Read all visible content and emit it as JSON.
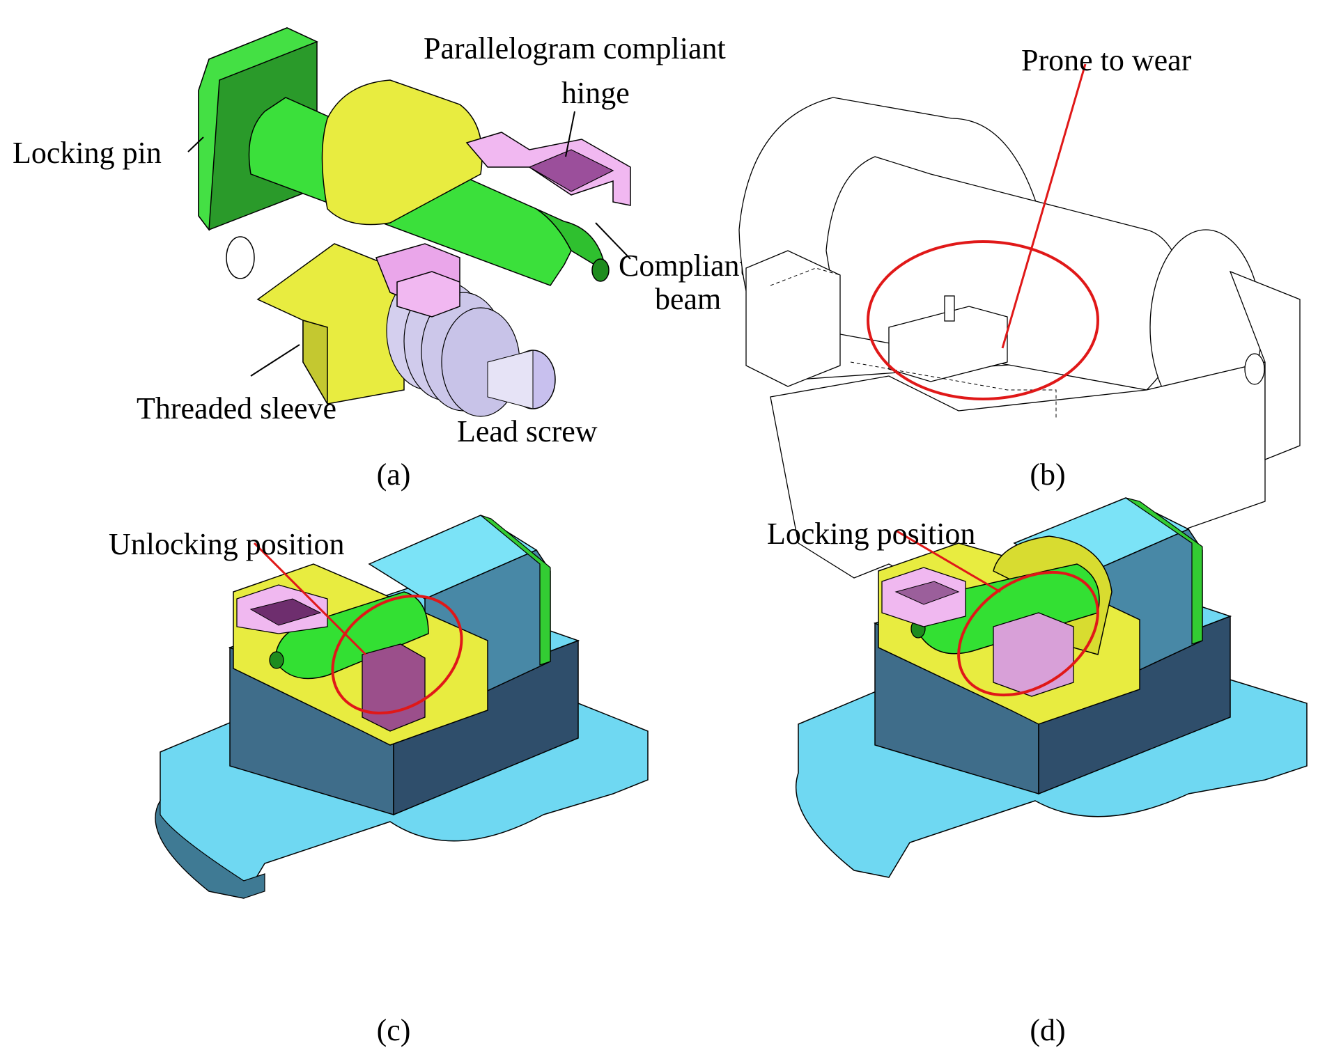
{
  "figure": {
    "panels": [
      {
        "id": "a",
        "caption": "(a)",
        "labels": {
          "locking_pin": "Locking pin",
          "parallelogram_hinge_line1": "Parallelogram compliant",
          "parallelogram_hinge_line2": "hinge",
          "compliant_beam_line1": "Compliant",
          "compliant_beam_line2": "beam",
          "threaded_sleeve": "Threaded sleeve",
          "lead_screw": "Lead screw"
        }
      },
      {
        "id": "b",
        "caption": "(b)",
        "labels": {
          "prone_to_wear": "Prone to wear"
        }
      },
      {
        "id": "c",
        "caption": "(c)",
        "labels": {
          "unlocking_position": "Unlocking position"
        }
      },
      {
        "id": "d",
        "caption": "(d)",
        "labels": {
          "locking_position": "Locking position"
        }
      }
    ]
  },
  "colors": {
    "pin_green": "#33e633",
    "pin_dark_green": "#1f8f1f",
    "sleeve_yellow": "#eaf03c",
    "hinge_pink": "#f0b8f0",
    "hinge_purple": "#9b4f9b",
    "screw_lavender": "#cfc8ef",
    "base_blue": "#6fd8f2",
    "base_dark_blue": "#2f4e6b",
    "highlight_red": "#e01818"
  }
}
